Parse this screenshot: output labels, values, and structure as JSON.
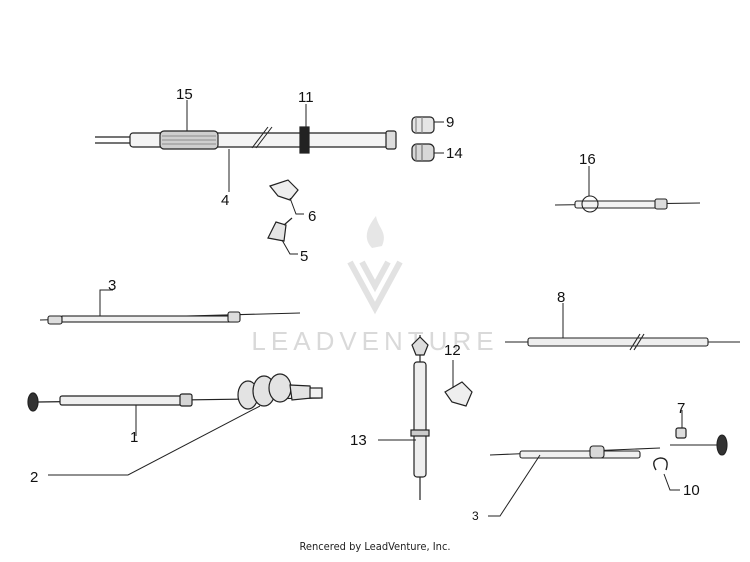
{
  "callouts": {
    "c15": "15",
    "c11": "11",
    "c9": "9",
    "c14": "14",
    "c4": "4",
    "c6": "6",
    "c5": "5",
    "c16": "16",
    "c3a": "3",
    "c8": "8",
    "c12": "12",
    "c7": "7",
    "c1": "1",
    "c13": "13",
    "c2": "2",
    "c10": "10",
    "c3b": "3"
  },
  "watermark": {
    "text": "LEADVENTURE"
  },
  "footer": {
    "text": "Rencered by LeadVenture, Inc."
  }
}
